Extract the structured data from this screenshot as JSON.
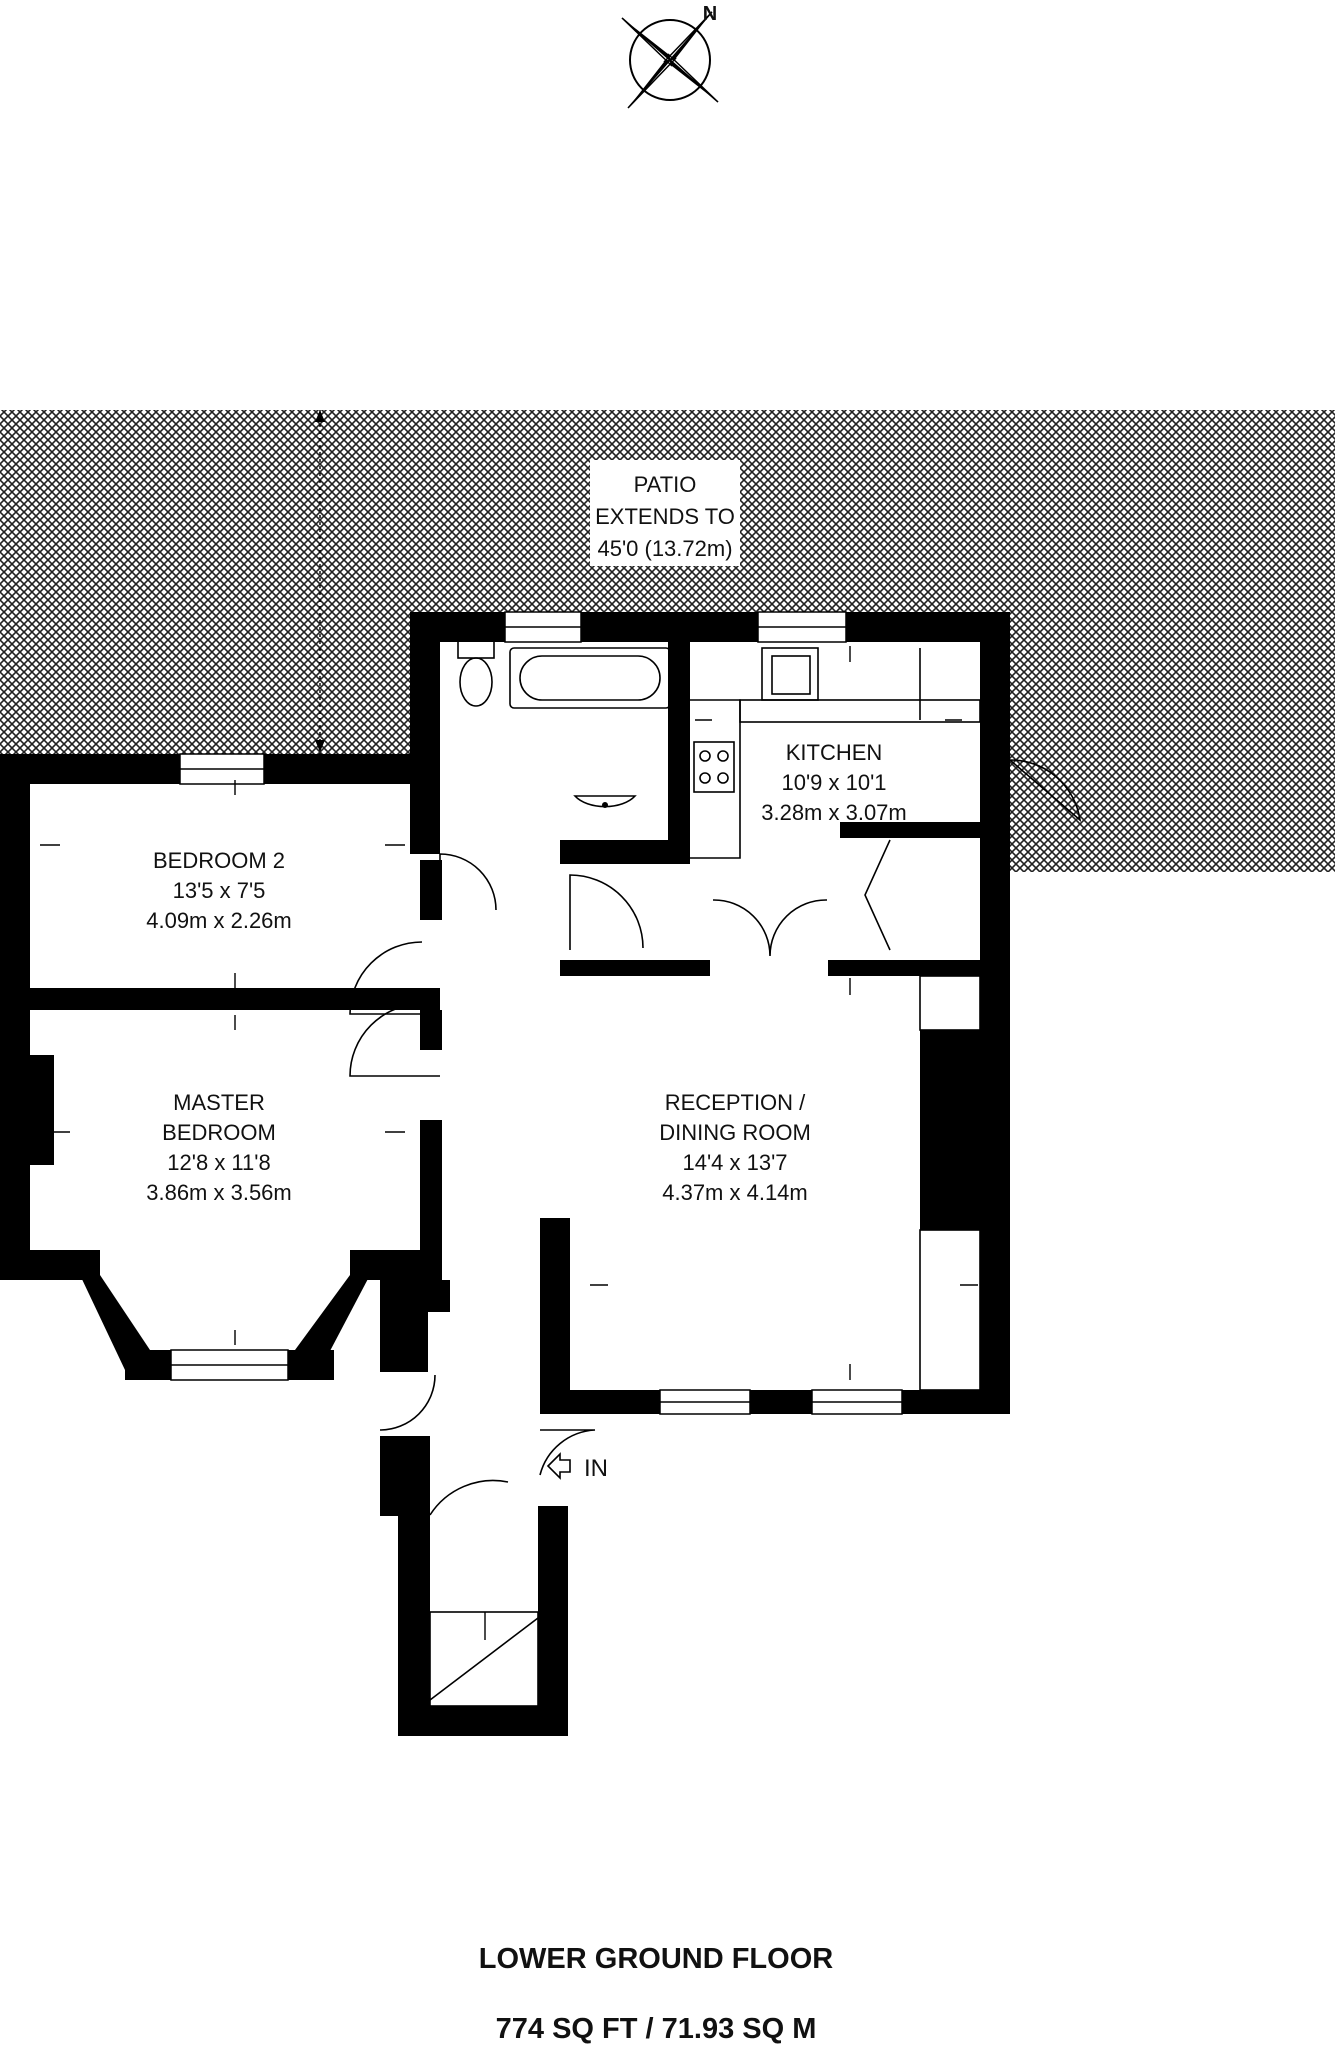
{
  "compass": {
    "label": "N"
  },
  "patio": {
    "line1": "PATIO",
    "line2": "EXTENDS TO",
    "line3": "45'0 (13.72m)"
  },
  "rooms": {
    "kitchen": {
      "name": "KITCHEN",
      "imperial": "10'9 x 10'1",
      "metric": "3.28m x 3.07m"
    },
    "bedroom2": {
      "name": "BEDROOM 2",
      "imperial": "13'5 x 7'5",
      "metric": "4.09m x 2.26m"
    },
    "master": {
      "name1": "MASTER",
      "name2": "BEDROOM",
      "imperial": "12'8 x 11'8",
      "metric": "3.86m x 3.56m"
    },
    "reception": {
      "name1": "RECEPTION /",
      "name2": "DINING ROOM",
      "imperial": "14'4 x 13'7",
      "metric": "4.37m x 4.14m"
    }
  },
  "entrance": {
    "label": "IN"
  },
  "floor": {
    "name": "LOWER GROUND FLOOR",
    "area": "774 SQ FT / 71.93 SQ M"
  }
}
